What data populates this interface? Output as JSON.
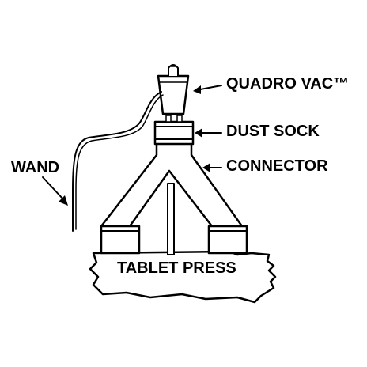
{
  "labels": {
    "quadro_vac": "QUADRO VAC™",
    "dust_sock": "DUST SOCK",
    "connector": "CONNECTOR",
    "wand": "WAND",
    "tablet_press": "TABLET PRESS"
  },
  "colors": {
    "line": "#000000",
    "fill": "#ffffff"
  }
}
